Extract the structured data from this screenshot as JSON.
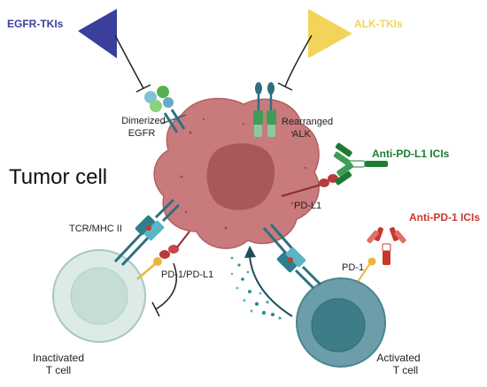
{
  "title": "Tumor cell",
  "drugs": {
    "egfr_tki": {
      "label": "EGFR-TKIs",
      "color": "#3a3f9c"
    },
    "alk_tki": {
      "label": "ALK-TKIs",
      "color": "#f3d35a"
    },
    "anti_pdl1": {
      "label": "Anti-PD-L1 ICIs",
      "color": "#1e7b32"
    },
    "anti_pd1": {
      "label": "Anti-PD-1 ICIs",
      "color": "#c8372d"
    }
  },
  "receptors": {
    "egfr": {
      "line1": "Dimerized",
      "line2": "EGFR"
    },
    "alk": {
      "line1": "Rearranged",
      "line2": "ALK"
    },
    "pdl1": "PD-L1",
    "pd1": "PD-1",
    "tcr": "TCR/MHC II",
    "pd1_pdl1": "PD-1/PD-L1"
  },
  "cells": {
    "inactivated": {
      "line1": "Inactivated",
      "line2": "T cell"
    },
    "activated": {
      "line1": "Activated",
      "line2": "T cell"
    }
  },
  "colors": {
    "tumor": "#c97a7c",
    "tumor_nucleus": "#a9575b",
    "inactive_cell": "#dcebe6",
    "inactive_nucleus": "#c6ddd6",
    "active_cell": "#6b9ea8",
    "active_nucleus": "#3e7c88",
    "receptor_teal": "#2e7f8c",
    "receptor_green": "#3f9d55",
    "pd1_yellow": "#f0b43c",
    "pdl1_red": "#b83a3a"
  }
}
